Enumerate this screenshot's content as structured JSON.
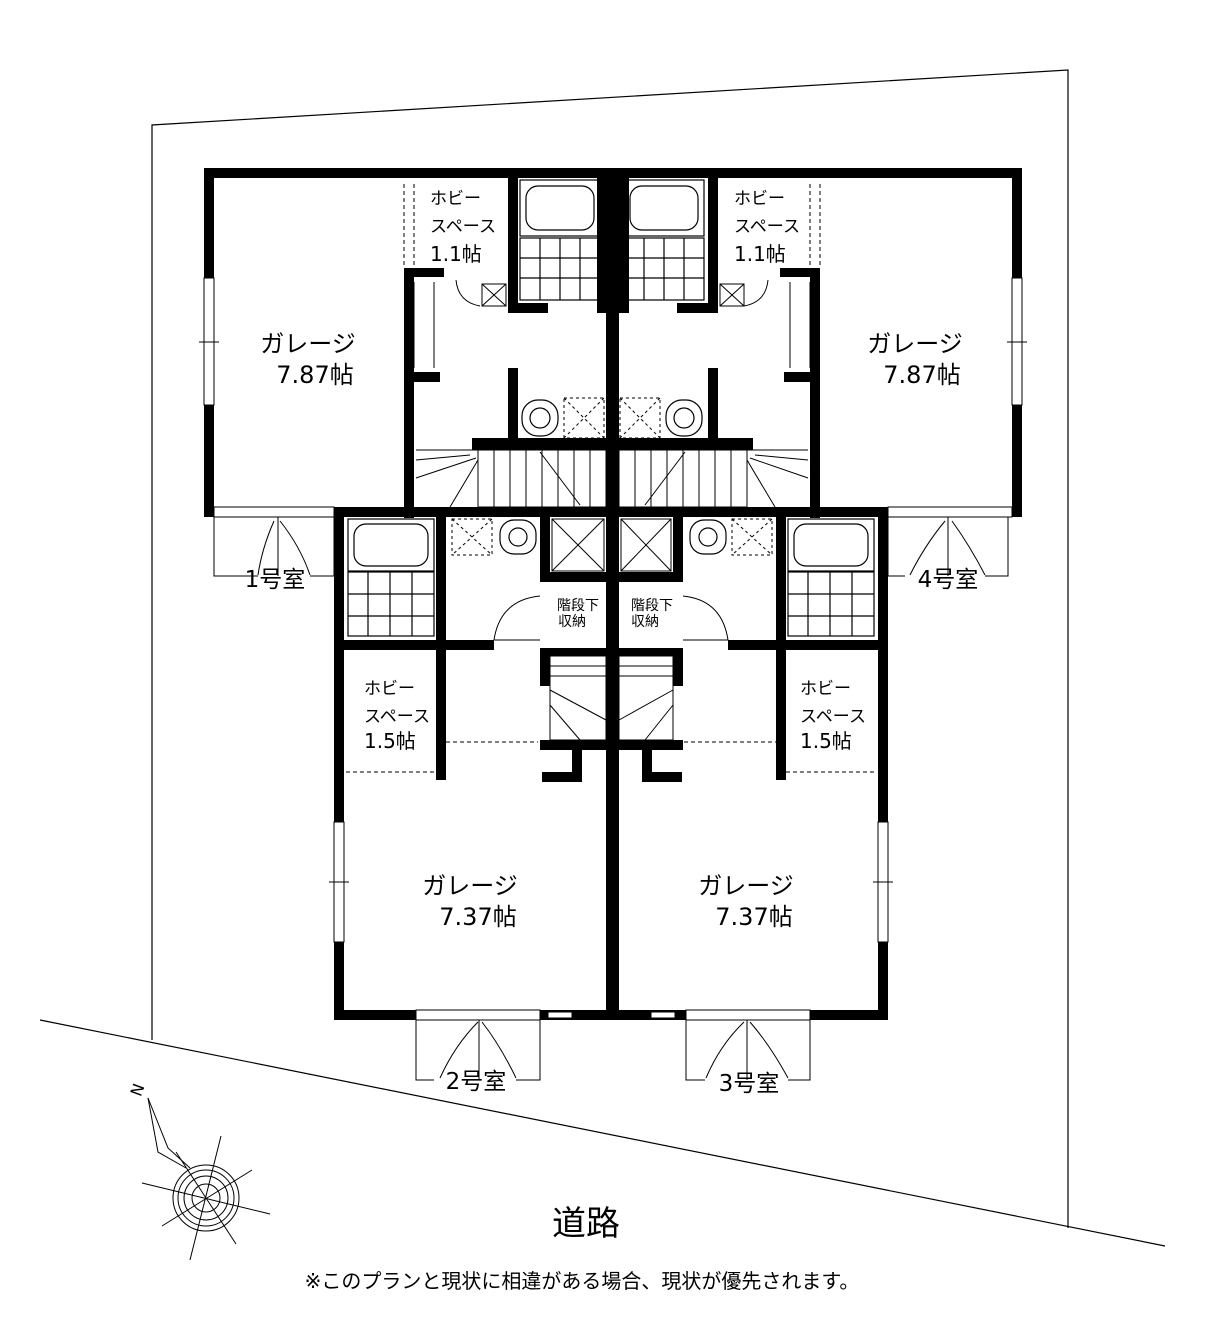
{
  "rooms": {
    "garage_1": {
      "name": "ガレージ",
      "area": "7.87帖"
    },
    "garage_4": {
      "name": "ガレージ",
      "area": "7.87帖"
    },
    "garage_2": {
      "name": "ガレージ",
      "area": "7.37帖"
    },
    "garage_3": {
      "name": "ガレージ",
      "area": "7.37帖"
    },
    "hobby_1": {
      "line1": "ホビー",
      "line2": "スペース",
      "area": "1.1帖"
    },
    "hobby_4": {
      "line1": "ホビー",
      "line2": "スペース",
      "area": "1.1帖"
    },
    "hobby_2": {
      "line1": "ホビー",
      "line2": "スペース",
      "area": "1.5帖"
    },
    "hobby_3": {
      "line1": "ホビー",
      "line2": "スペース",
      "area": "1.5帖"
    },
    "storage_left": {
      "line1": "階段下",
      "line2": "収納"
    },
    "storage_right": {
      "line1": "階段下",
      "line2": "収納"
    }
  },
  "units": {
    "unit_1": "1号室",
    "unit_2": "2号室",
    "unit_3": "3号室",
    "unit_4": "4号室"
  },
  "site": {
    "road": "道路",
    "north": "N"
  },
  "note": "※このプランと現状に相違がある場合、現状が優先されます。"
}
